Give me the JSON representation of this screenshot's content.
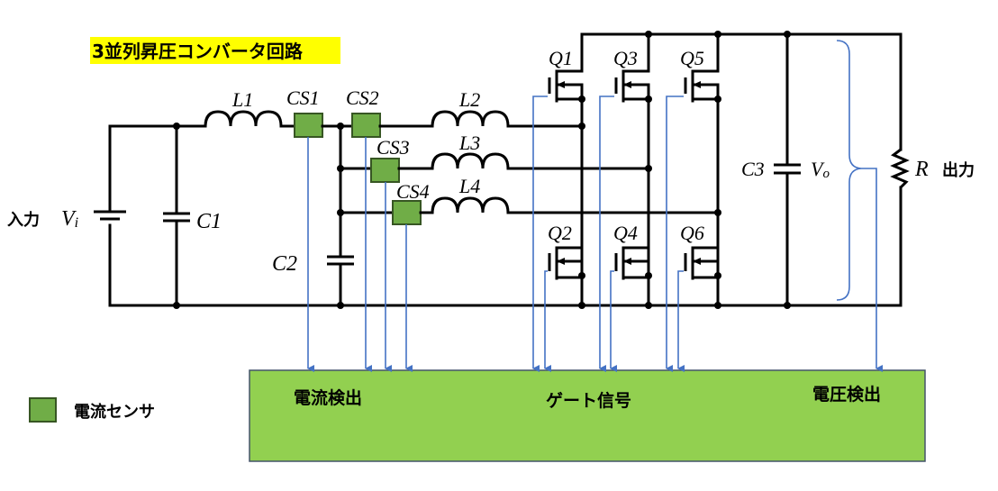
{
  "title": "3並列昇圧コンバータ回路",
  "colors": {
    "title_highlight": "#ffff00",
    "sensor_fill": "#70ad47",
    "sensor_border": "#375623",
    "controller_fill": "#92d050",
    "controller_border": "#44546a",
    "signal_line": "#4472c4"
  },
  "input": {
    "label": "入力",
    "symbol": "V",
    "subscript": "i"
  },
  "output": {
    "label": "出力",
    "resistor": "R",
    "voltage_symbol": "V",
    "voltage_subscript": "o"
  },
  "capacitors": {
    "c1": "C1",
    "c2": "C2",
    "c3": "C3"
  },
  "inductors": {
    "l1": "L1",
    "l2": "L2",
    "l3": "L3",
    "l4": "L4"
  },
  "sensors": {
    "cs1": "CS1",
    "cs2": "CS2",
    "cs3": "CS3",
    "cs4": "CS4"
  },
  "switches": {
    "q1": "Q1",
    "q2": "Q2",
    "q3": "Q3",
    "q4": "Q4",
    "q5": "Q5",
    "q6": "Q6"
  },
  "controller": {
    "current_detect": "電流検出",
    "gate_signal": "ゲート信号",
    "voltage_detect": "電圧検出"
  },
  "legend": {
    "label": "電流センサ"
  }
}
